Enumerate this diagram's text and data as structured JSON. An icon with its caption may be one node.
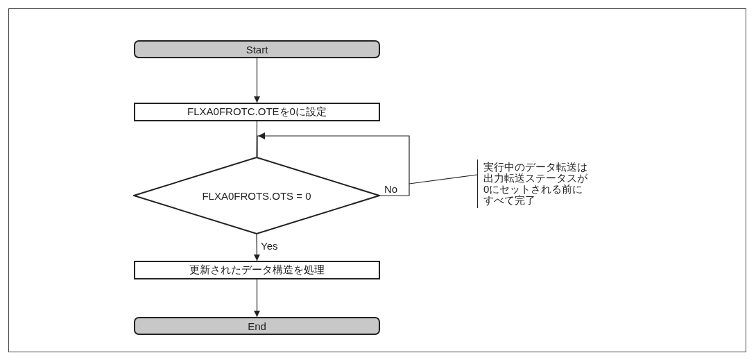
{
  "diagram": {
    "nodes": [
      {
        "text": [
          "Start"
        ]
      },
      {
        "text": [
          "FLXA0FROTC.OTEを0に設定"
        ]
      },
      {
        "text": [
          "FLXA0FROTS.OTS = 0"
        ]
      },
      {
        "text": [
          "更新されたデータ構造を処理"
        ]
      },
      {
        "text": [
          "End"
        ]
      },
      {
        "text": [
          "実行中のデータ転送は出力転送ステータスが0にセットされる前にすべて完了"
        ]
      }
    ],
    "edges": [
      {
        "from": 0,
        "to": 1,
        "arrow": "to"
      },
      {
        "from": 1,
        "to": 2,
        "arrow": "none"
      },
      {
        "from": 2,
        "to": 2,
        "arrow": "to",
        "label": "No"
      },
      {
        "from": 2,
        "to": 3,
        "arrow": "to",
        "label": "Yes"
      },
      {
        "from": 3,
        "to": 4,
        "arrow": "to"
      },
      {
        "from": 5,
        "to": null,
        "arrow": "none"
      }
    ]
  }
}
